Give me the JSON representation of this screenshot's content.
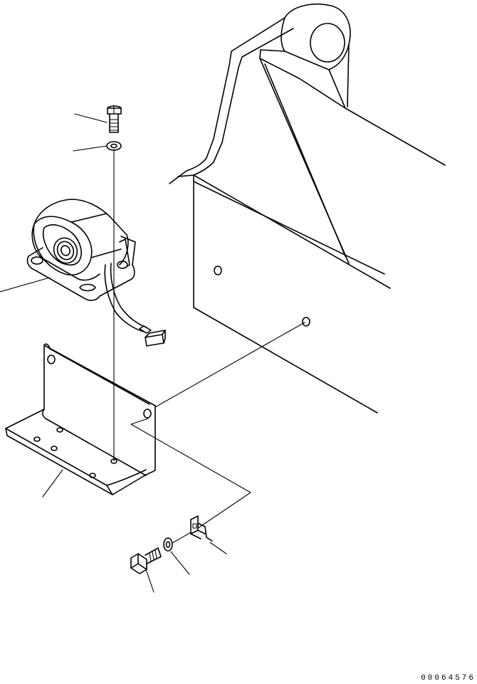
{
  "drawing": {
    "code": "00064576"
  },
  "parts": [
    {
      "name": "bolt-top"
    },
    {
      "name": "washer-top"
    },
    {
      "name": "alarm-horn"
    },
    {
      "name": "mounting-bracket"
    },
    {
      "name": "bolt-bottom"
    },
    {
      "name": "washer-bottom"
    },
    {
      "name": "clip"
    }
  ],
  "colors": {
    "line": "#000000",
    "background": "#ffffff"
  }
}
